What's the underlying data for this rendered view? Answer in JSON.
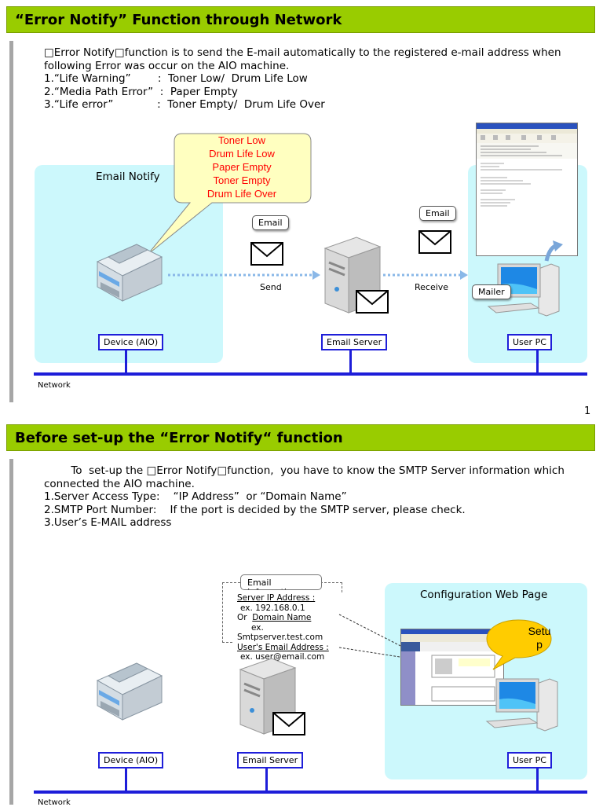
{
  "slide1": {
    "title": "“Error Notify”  Function through Network",
    "intro": "□Error Notify□function is to send the E-mail automatically to the registered e-mail address when\nfollowing Error was occur on the AIO machine.\n1.“Life Warning”        :  Toner Low/  Drum Life Low\n2.“Media Path Error”  :  Paper Empty\n3.“Life error”             :  Toner Empty/  Drum Life Over",
    "callout": [
      "Toner Low",
      "Drum Life Low",
      "Paper Empty",
      "Toner Empty",
      "Drum Life Over"
    ],
    "email_notify": "Email Notify",
    "email_pill_1": "Email",
    "email_pill_2": "Email",
    "send": "Send",
    "receive": "Receive",
    "mailer": "Mailer",
    "device_label": "Device (AIO)",
    "server_label": "Email Server",
    "pc_label": "User PC",
    "network": "Network",
    "page_number": "1"
  },
  "slide2": {
    "title": "Before set-up the “Error Notify“ function",
    "intro": "        To  set-up the □Error Notify□function,  you have to know the SMTP Server information which\nconnected the AIO machine.\n1.Server Access Type:    “IP Address”  or “Domain Name”\n2.SMTP Port Number:    If the port is decided by the SMTP server, please check.\n3.User’s E-MAIL address",
    "email_info_title": "Email Information",
    "server_ip_label": "Server IP Address :",
    "server_ip_example": "ex. 192.168.0.1",
    "or": "Or",
    "domain_label": "Domain Name",
    "domain_ex": "ex.",
    "domain_example": "Smtpserver.test.com",
    "user_email_label": "User's Email Address :",
    "user_email_example": "ex. user@email.com",
    "config_title": "Configuration Web Page",
    "setup_bubble": "Setu\np",
    "device_label": "Device (AIO)",
    "server_label": "Email Server",
    "pc_label": "User PC",
    "network": "Network"
  },
  "colors": {
    "title_bar": "#99cc00",
    "panel": "#ccf8fc",
    "network_line": "#1d1dd9",
    "callout_text": "#ff0000",
    "callout_fill": "#ffffc0",
    "setup_bubble": "#ffcc00"
  }
}
